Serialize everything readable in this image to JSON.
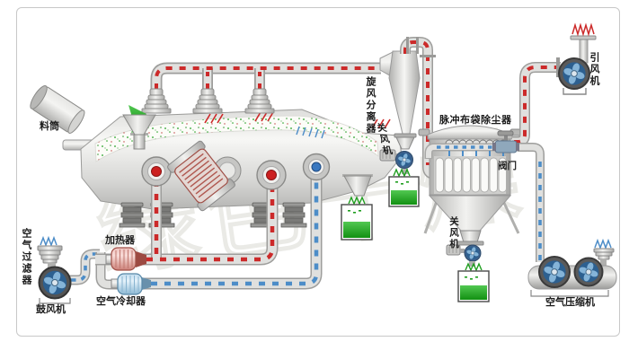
{
  "diagram": {
    "type": "process-flow",
    "equipment": {
      "feed_drum": "料筒",
      "air_filter": "空气过滤器",
      "blower": "鼓风机",
      "heater": "加热器",
      "air_cooler": "空气冷却器",
      "cyclone_separator": "旋风分离器",
      "cyclone_rotary_airlock": "关风机",
      "bag_filter": "脉冲布袋除尘器",
      "pulse_valve": "阀门",
      "bag_filter_rotary_airlock": "关风机",
      "induced_draft_fan": "引风机",
      "air_compressor": "空气压缩机"
    },
    "watermark": "绿色干燥",
    "colors": {
      "hot_air_line": "#cc2a2a",
      "cold_air_line": "#4d8dc8",
      "material_green": "#1f9e1f",
      "pipe_gray": "#d9d9d9",
      "background": "#ffffff",
      "border": "#c8c8c8"
    }
  }
}
